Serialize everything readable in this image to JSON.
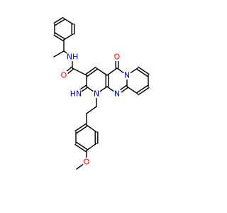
{
  "colors": {
    "bond": "#000000",
    "carbon": "#000000",
    "nitrogen": "#0000ff",
    "oxygen": "#ff0000",
    "background": "#ffffff"
  },
  "molecule": {
    "atoms": [
      {
        "id": "C_ph1",
        "el": "C"
      },
      {
        "id": "C_ph2",
        "el": "C"
      },
      {
        "id": "C_ph3",
        "el": "C"
      },
      {
        "id": "C_ph4",
        "el": "C"
      },
      {
        "id": "C_ph5",
        "el": "C"
      },
      {
        "id": "C_ph6",
        "el": "C"
      },
      {
        "id": "C_ch",
        "el": "C"
      },
      {
        "id": "C_me1",
        "el": "C"
      },
      {
        "id": "N_amide",
        "el": "N",
        "label": "NH"
      },
      {
        "id": "C_amide",
        "el": "C"
      },
      {
        "id": "O_amide",
        "el": "O",
        "label": "O"
      },
      {
        "id": "C3",
        "el": "C"
      },
      {
        "id": "C4",
        "el": "C"
      },
      {
        "id": "C4a",
        "el": "C"
      },
      {
        "id": "C5",
        "el": "C"
      },
      {
        "id": "O5",
        "el": "O",
        "label": "O"
      },
      {
        "id": "N6",
        "el": "N",
        "label": "N"
      },
      {
        "id": "C_py1",
        "el": "C"
      },
      {
        "id": "C_py2",
        "el": "C"
      },
      {
        "id": "C_py3",
        "el": "C"
      },
      {
        "id": "C_py4",
        "el": "C"
      },
      {
        "id": "C_py5",
        "el": "C"
      },
      {
        "id": "N_pym",
        "el": "N",
        "label": "N"
      },
      {
        "id": "C10a",
        "el": "C"
      },
      {
        "id": "N1",
        "el": "N",
        "label": "N"
      },
      {
        "id": "C2",
        "el": "C"
      },
      {
        "id": "N_imino",
        "el": "N",
        "label": "HN"
      },
      {
        "id": "C_e1",
        "el": "C"
      },
      {
        "id": "C_e2",
        "el": "C"
      },
      {
        "id": "C_ar1",
        "el": "C"
      },
      {
        "id": "C_ar2",
        "el": "C"
      },
      {
        "id": "C_ar3",
        "el": "C"
      },
      {
        "id": "C_ar4",
        "el": "C"
      },
      {
        "id": "C_ar5",
        "el": "C"
      },
      {
        "id": "C_ar6",
        "el": "C"
      },
      {
        "id": "O_me",
        "el": "O",
        "label": "O"
      },
      {
        "id": "C_me2",
        "el": "C"
      }
    ],
    "bonds": [
      [
        "C_ph1",
        "C_ph2",
        1
      ],
      [
        "C_ph2",
        "C_ph3",
        2
      ],
      [
        "C_ph3",
        "C_ph4",
        1
      ],
      [
        "C_ph4",
        "C_ph5",
        2
      ],
      [
        "C_ph5",
        "C_ph6",
        1
      ],
      [
        "C_ph6",
        "C_ph1",
        2
      ],
      [
        "C_ph1",
        "C_ch",
        1
      ],
      [
        "C_ch",
        "C_me1",
        1
      ],
      [
        "C_ch",
        "N_amide",
        1
      ],
      [
        "N_amide",
        "C_amide",
        1
      ],
      [
        "C_amide",
        "O_amide",
        2
      ],
      [
        "C_amide",
        "C3",
        1
      ],
      [
        "C3",
        "C4",
        2
      ],
      [
        "C4",
        "C4a",
        1
      ],
      [
        "C4a",
        "C5",
        1
      ],
      [
        "C5",
        "O5",
        2
      ],
      [
        "C5",
        "N6",
        1
      ],
      [
        "N6",
        "C_py1",
        1
      ],
      [
        "C_py1",
        "C_py2",
        2
      ],
      [
        "C_py2",
        "C_py3",
        1
      ],
      [
        "C_py3",
        "C_py4",
        2
      ],
      [
        "C_py4",
        "C_py5",
        1
      ],
      [
        "C_py5",
        "N6",
        1
      ],
      [
        "C_py5",
        "N_pym",
        2
      ],
      [
        "N_pym",
        "C10a",
        1
      ],
      [
        "C10a",
        "C4a",
        2
      ],
      [
        "C10a",
        "N1",
        1
      ],
      [
        "N1",
        "C2",
        1
      ],
      [
        "C2",
        "C3",
        1
      ],
      [
        "C2",
        "N_imino",
        2
      ],
      [
        "N1",
        "C_e1",
        1
      ],
      [
        "C_e1",
        "C_e2",
        1
      ],
      [
        "C_e2",
        "C_ar1",
        1
      ],
      [
        "C_ar1",
        "C_ar2",
        2
      ],
      [
        "C_ar2",
        "C_ar3",
        1
      ],
      [
        "C_ar3",
        "C_ar4",
        2
      ],
      [
        "C_ar4",
        "C_ar5",
        1
      ],
      [
        "C_ar5",
        "C_ar6",
        2
      ],
      [
        "C_ar6",
        "C_ar1",
        1
      ],
      [
        "C_ar4",
        "O_me",
        1
      ],
      [
        "O_me",
        "C_me2",
        1
      ]
    ]
  }
}
